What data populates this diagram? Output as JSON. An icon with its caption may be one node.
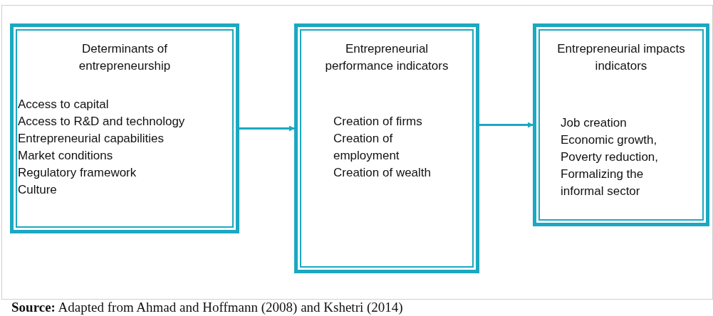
{
  "diagram": {
    "nodes": [
      {
        "text": [
          "Determinants of entrepreneurship",
          "Access to capital",
          "Access to R&D and technology",
          "Entrepreneurial capabilities",
          "Market conditions",
          "Regulatory framework",
          "Culture"
        ]
      },
      {
        "text": [
          "Entrepreneurial performance indicators",
          "Creation of firms",
          "Creation of employment",
          "Creation of wealth"
        ]
      },
      {
        "text": [
          "Entrepreneurial impacts indicators",
          "Job creation",
          "Economic growth,",
          "Poverty reduction,",
          "Formalizing the informal sector"
        ]
      }
    ],
    "edges": [
      {
        "from": 0,
        "to": 1,
        "arrow": "to"
      },
      {
        "from": 1,
        "to": 2,
        "arrow": "to"
      }
    ],
    "caption": "**Source:** Adapted from Ahmad and Hoffmann (2008) and Kshetri (2014)"
  }
}
